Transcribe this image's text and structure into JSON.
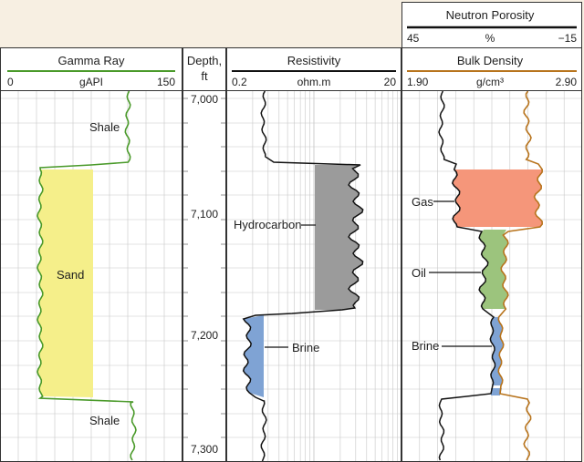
{
  "colors": {
    "page_bg": "#f7efe2",
    "panel_bg": "#ffffff",
    "grid": "#c7c7c7",
    "border": "#333333",
    "gamma_curve": "#4a9a2a",
    "sand_fill": "#f5ef8a",
    "hydrocarbon_fill": "#9b9b9b",
    "brine_fill": "#7fa3d4",
    "density_curve": "#b8741d",
    "gas_fill": "#f5967a",
    "oil_fill": "#9cc47d",
    "brine_fill_density": "#7fa3d4"
  },
  "headers": {
    "neutron": {
      "title": "Neutron Porosity",
      "left": "45",
      "unit": "%",
      "right": "−15"
    },
    "gamma": {
      "title": "Gamma Ray",
      "left": "0",
      "unit": "gAPI",
      "right": "150"
    },
    "depth": {
      "title_line1": "Depth,",
      "title_line2": "ft"
    },
    "resistivity": {
      "title": "Resistivity",
      "left": "0.2",
      "unit": "ohm.m",
      "right": "20"
    },
    "density": {
      "title": "Bulk Density",
      "left": "1.90",
      "unit": "g/cm³",
      "right": "2.90"
    }
  },
  "depth_labels": [
    "7,000",
    "7,100",
    "7,200",
    "7,300"
  ],
  "labels": {
    "shale_top": "Shale",
    "sand": "Sand",
    "shale_bottom": "Shale",
    "hydrocarbon": "Hydrocarbon",
    "brine_res": "Brine",
    "gas": "Gas",
    "oil": "Oil",
    "brine_dens": "Brine"
  }
}
